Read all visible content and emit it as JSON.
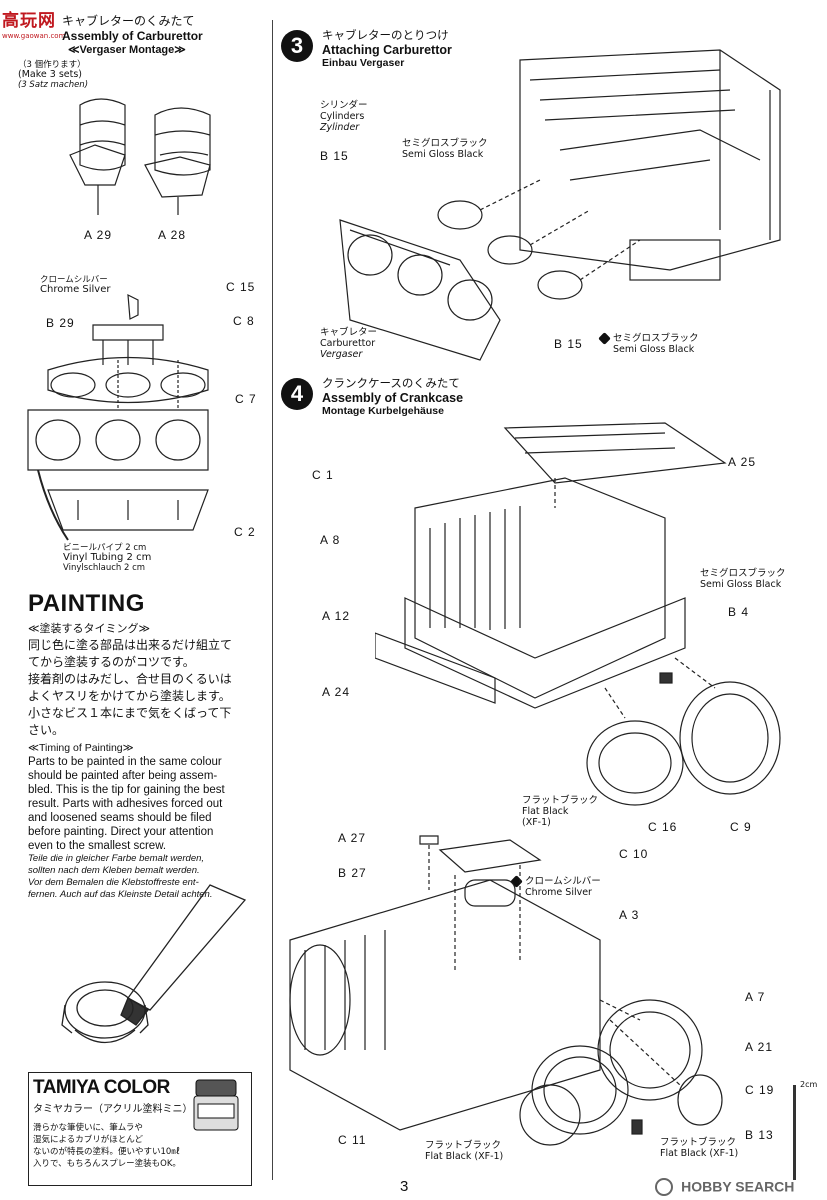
{
  "watermark": {
    "logo": "高玩网",
    "url": "www.gaowan.com"
  },
  "step2": {
    "title_jp": "キャブレターのくみたて",
    "title_en": "Assembly of Carburettor",
    "title_de": "≪Vergaser Montage≫",
    "sets_jp": "（3 個作ります）",
    "sets_en": "(Make 3 sets)",
    "sets_de": "(3 Satz machen)",
    "parts": {
      "a29": "A 29",
      "a28": "A 28",
      "c15": "C 15",
      "c8": "C 8",
      "c7": "C 7",
      "c2": "C 2",
      "b29": "B 29"
    },
    "chrome_jp": "クロームシルバー",
    "chrome_en": "Chrome Silver",
    "vinyl_jp": "ビニールパイプ 2 cm",
    "vinyl_en": "Vinyl Tubing 2 cm",
    "vinyl_de": "Vinylschlauch 2 cm"
  },
  "painting": {
    "title": "PAINTING",
    "sub_jp": "≪塗装するタイミング≫",
    "jp_lines": [
      "同じ色に塗る部品は出来るだけ組立て",
      "てから塗装するのがコツです。",
      "接着剤のはみだし、合せ目のくるいは",
      "よくヤスリをかけてから塗装します。",
      "小さなビス１本にまで気をくばって下",
      "さい。"
    ],
    "sub_en": "≪Timing of Painting≫",
    "en_lines": [
      "Parts to be painted in the same colour",
      "should be painted after being assem-",
      "bled. This is the tip for gaining the best",
      "result. Parts with adhesives forced out",
      "and loosened seams should be filed",
      "before painting. Direct your attention",
      "even to the smallest screw."
    ],
    "de_lines": [
      "Teile die in gleicher Farbe bemalt werden,",
      "sollten nach dem Kleben bemalt werden.",
      "Vor dem Bemalen die Klebstoffreste ent-",
      "fernen. Auch auf das Kleinste Detail achten."
    ]
  },
  "tamiya": {
    "title": "TAMIYA COLOR",
    "sub": "タミヤカラー（アクリル塗料ミニ）",
    "lines": [
      "滑らかな筆使いに、筆ムラや",
      "湿気によるカブリがほとんど",
      "ないのが特長の塗料。便いやすい10㎖",
      "入りで、もちろんスプレー塗装もOK。"
    ]
  },
  "step3": {
    "number": "3",
    "title_jp": "キャブレターのとりつけ",
    "title_en": "Attaching Carburettor",
    "title_de": "Einbau Vergaser",
    "cyl_jp": "シリンダー",
    "cyl_en": "Cylinders",
    "cyl_de": "Zylinder",
    "b15": "B 15",
    "b15b": "B 15",
    "sgb_jp": "セミグロスブラック",
    "sgb_en": "Semi Gloss Black",
    "sgb2_jp": "セミグロスブラック",
    "sgb2_en": "Semi Gloss Black",
    "carb_jp": "キャブレター",
    "carb_en": "Carburettor",
    "carb_de": "Vergaser"
  },
  "step4": {
    "number": "4",
    "title_jp": "クランクケースのくみたて",
    "title_en": "Assembly of Crankcase",
    "title_de": "Montage Kurbelgehäuse",
    "parts": {
      "c1": "C 1",
      "a25": "A 25",
      "a8": "A 8",
      "a12": "A 12",
      "a24": "A 24",
      "b4": "B 4",
      "c16": "C 16",
      "c9": "C 9",
      "a27": "A 27",
      "c10": "C 10",
      "b27": "B 27",
      "a3": "A 3",
      "a7": "A 7",
      "a21": "A 21",
      "c19": "C 19",
      "b13": "B 13",
      "c11": "C 11"
    },
    "sgb_jp": "セミグロスブラック",
    "sgb_en": "Semi Gloss Black",
    "flat1_jp": "フラットブラック",
    "flat1_en": "Flat Black",
    "flat1_code": "(XF-1)",
    "chrome_jp": "クロームシルバー",
    "chrome_en": "Chrome Silver",
    "flat2_jp": "フラットブラック",
    "flat2_en": "Flat Black (XF-1)",
    "flat3_jp": "フラットブラック",
    "flat3_en": "Flat Black (XF-1)"
  },
  "scale": {
    "label": "2cm"
  },
  "footer": {
    "page": "3",
    "brand": "HOBBY SEARCH"
  }
}
